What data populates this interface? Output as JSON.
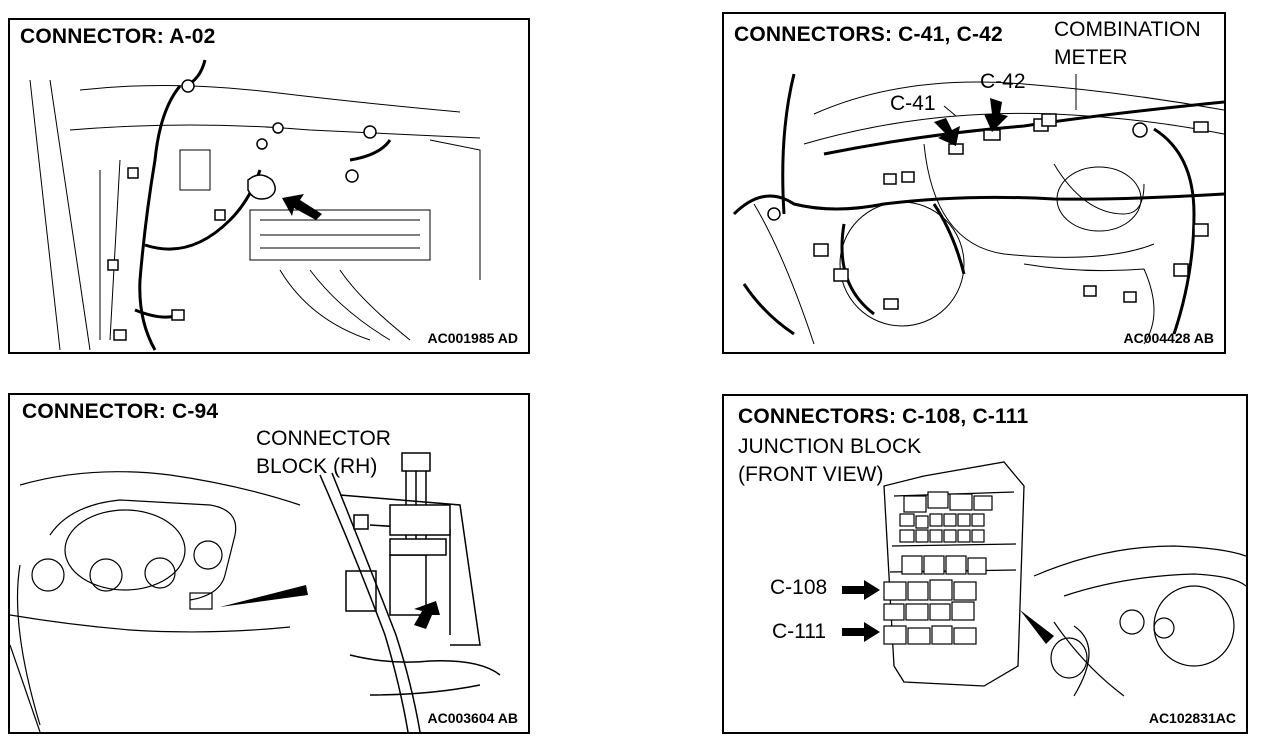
{
  "panels": [
    {
      "title": "CONNECTOR: A-02",
      "code": "AC001985 AD"
    },
    {
      "title": "CONNECTORS: C-41, C-42",
      "labels": {
        "combination_meter": "COMBINATION",
        "combination_meter_2": "METER",
        "c41": "C-41",
        "c42": "C-42"
      },
      "code": "AC004428 AB"
    },
    {
      "title": "CONNECTOR: C-94",
      "labels": {
        "connector_block": "CONNECTOR",
        "connector_block_2": "BLOCK (RH)"
      },
      "code": "AC003604 AB"
    },
    {
      "title": "CONNECTORS: C-108, C-111",
      "labels": {
        "junction_block": "JUNCTION BLOCK",
        "front_view": "(FRONT VIEW)",
        "c108": "C-108",
        "c111": "C-111"
      },
      "code": "AC102831AC"
    }
  ],
  "colors": {
    "ink": "#000000",
    "paper": "#ffffff"
  }
}
